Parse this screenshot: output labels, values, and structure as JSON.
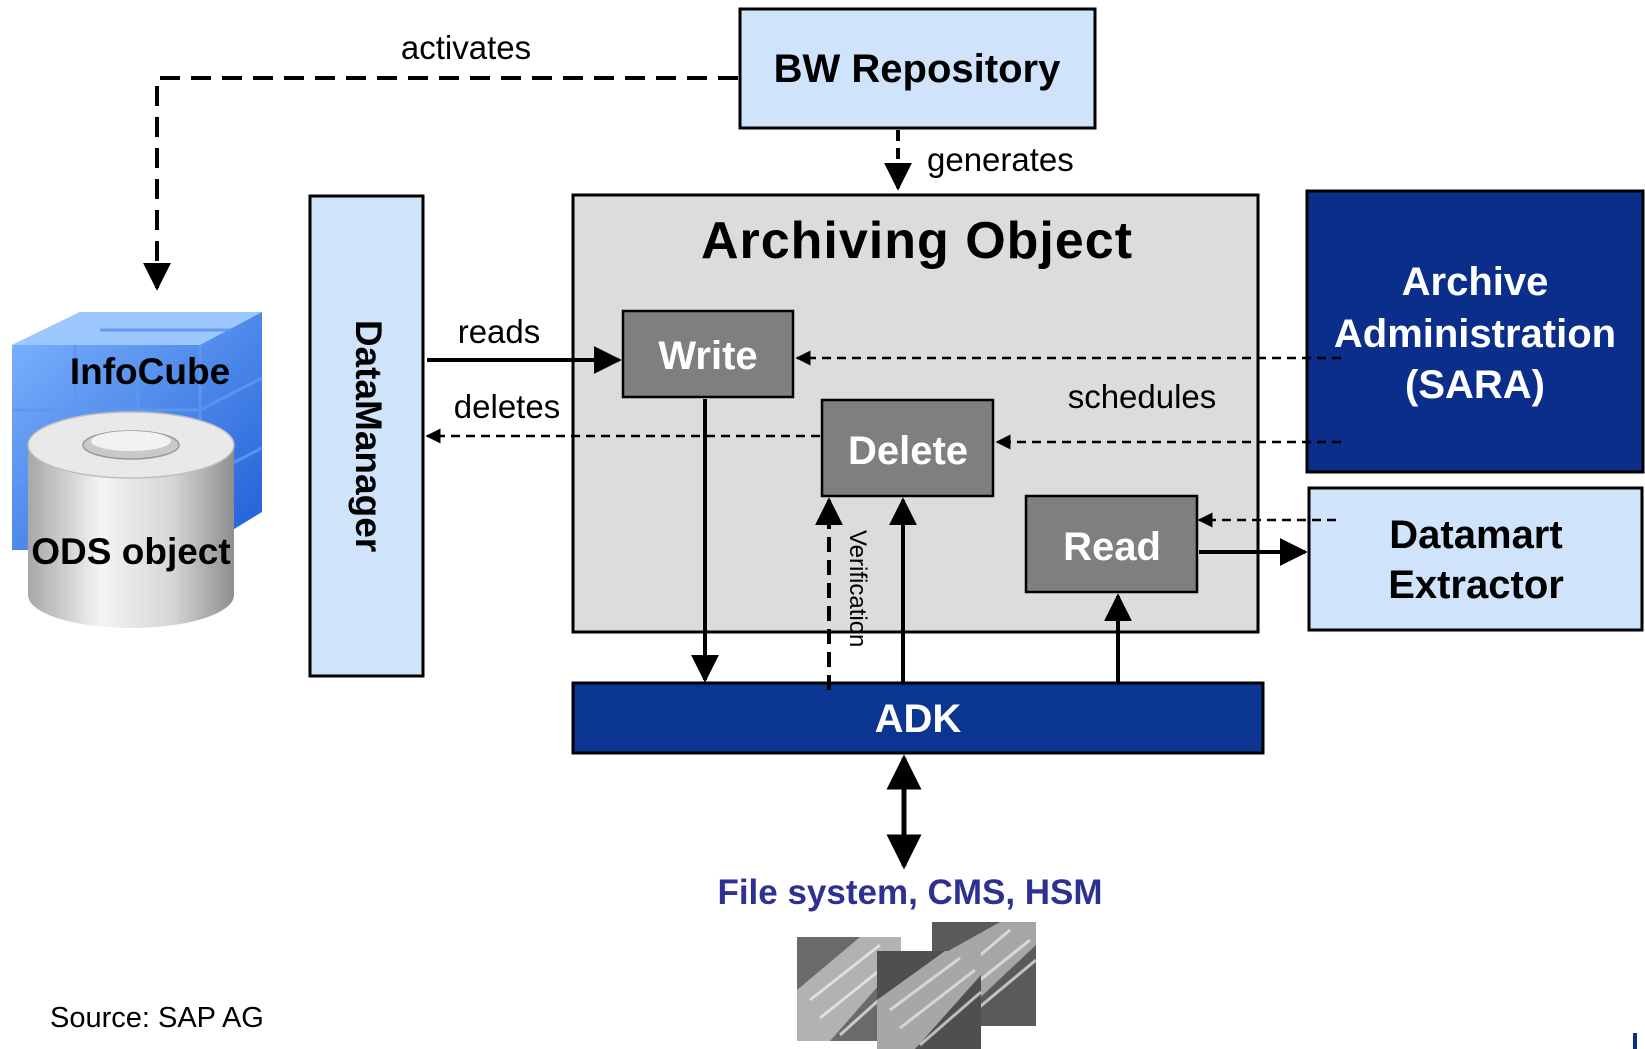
{
  "labels": {
    "bw_repository": "BW Repository",
    "archiving_object": "Archiving Object",
    "write": "Write",
    "delete": "Delete",
    "read": "Read",
    "archive_admin_line1": "Archive",
    "archive_admin_line2": "Administration",
    "archive_admin_line3": "(SARA)",
    "datamart_line1": "Datamart",
    "datamart_line2": "Extractor",
    "datamanager": "DataManager",
    "adk": "ADK",
    "infocube": "InfoCube",
    "ods_object": "ODS object",
    "storage": "File system, CMS, HSM",
    "source": "Source: SAP AG"
  },
  "edges": {
    "activates": "activates",
    "generates": "generates",
    "reads": "reads",
    "deletes": "deletes",
    "schedules": "schedules",
    "verification": "Verification"
  },
  "colors": {
    "light_blue": "#cfe4fb",
    "dark_blue": "#0a2e8a",
    "adk_blue": "#0a3590",
    "gray_box": "#7f7f7f",
    "archiving_bg": "#dcdcdc",
    "storage_text": "#2e3192"
  }
}
